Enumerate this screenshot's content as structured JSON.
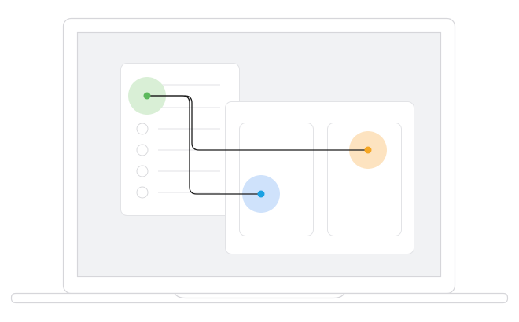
{
  "colors": {
    "background": "#ffffff",
    "laptop_outline": "#d6d6da",
    "screen_fill": "#f1f2f4",
    "card_fill": "#ffffff",
    "card_border": "#e2e3e6",
    "list_line": "#e0e1e4",
    "radio_border": "#d8d9dc",
    "connector": "#1a1a1a",
    "source_dot": "#5cb85c",
    "source_halo": "#d9efd6",
    "blue_dot": "#1ba1e2",
    "blue_halo": "#cfe2fb",
    "orange_dot": "#f5a623",
    "orange_halo": "#fde3c0"
  },
  "icons": {
    "source": "green-dot-icon",
    "targets": [
      "blue-dot-icon",
      "orange-dot-icon"
    ],
    "radios": [
      "radio-icon",
      "radio-icon",
      "radio-icon",
      "radio-icon"
    ]
  },
  "list": {
    "selected_index": 0,
    "item_count": 5
  },
  "target_columns": 2
}
